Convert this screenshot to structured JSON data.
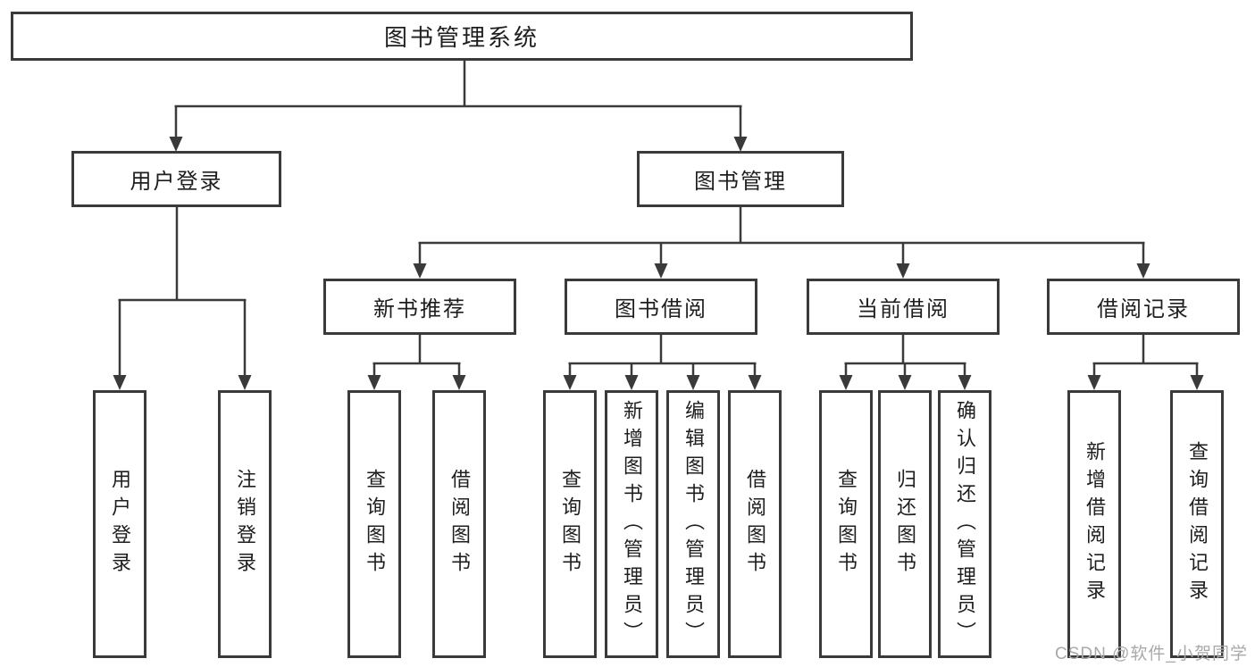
{
  "colors": {
    "line": "#3a3a3a",
    "box_border": "#3a3a3a",
    "box_fill": "#ffffff",
    "text": "#1e1e1e",
    "background": "#ffffff",
    "watermark": "#a9a9a9"
  },
  "watermark": {
    "text": "CSDN @软件_小贺同学"
  },
  "tree": {
    "label": "图书管理系统",
    "children": [
      {
        "label": "用户登录",
        "children": [
          {
            "label": "用户登录"
          },
          {
            "label": "注销登录"
          }
        ]
      },
      {
        "label": "图书管理",
        "children": [
          {
            "label": "新书推荐",
            "children": [
              {
                "label": "查询图书"
              },
              {
                "label": "借阅图书"
              }
            ]
          },
          {
            "label": "图书借阅",
            "children": [
              {
                "label": "查询图书"
              },
              {
                "label": "新增图书（管理员）"
              },
              {
                "label": "编辑图书（管理员）"
              },
              {
                "label": "借阅图书"
              }
            ]
          },
          {
            "label": "当前借阅",
            "children": [
              {
                "label": "查询图书"
              },
              {
                "label": "归还图书"
              },
              {
                "label": "确认归还（管理员）"
              }
            ]
          },
          {
            "label": "借阅记录",
            "children": [
              {
                "label": "新增借阅记录"
              },
              {
                "label": "查询借阅记录"
              }
            ]
          }
        ]
      }
    ]
  }
}
